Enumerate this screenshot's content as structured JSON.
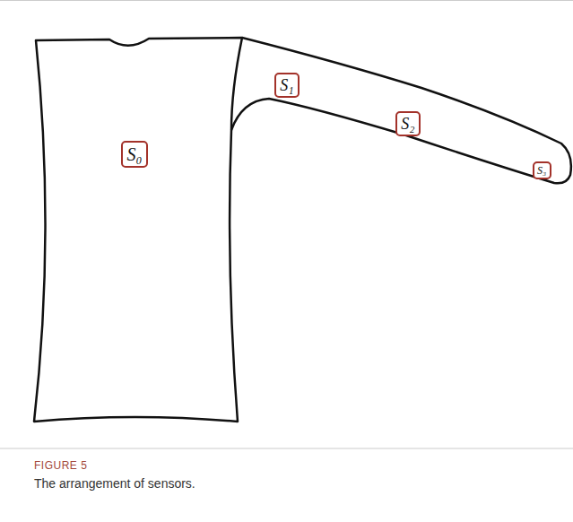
{
  "diagram": {
    "caption": "The arrangement of sensors.",
    "nodes": [
      {
        "text": [
          "S₀"
        ]
      },
      {
        "text": [
          "S₁"
        ]
      },
      {
        "text": [
          "S₂"
        ]
      },
      {
        "text": [
          "S₃"
        ]
      }
    ],
    "labels": [
      "FIGURE 5"
    ]
  }
}
